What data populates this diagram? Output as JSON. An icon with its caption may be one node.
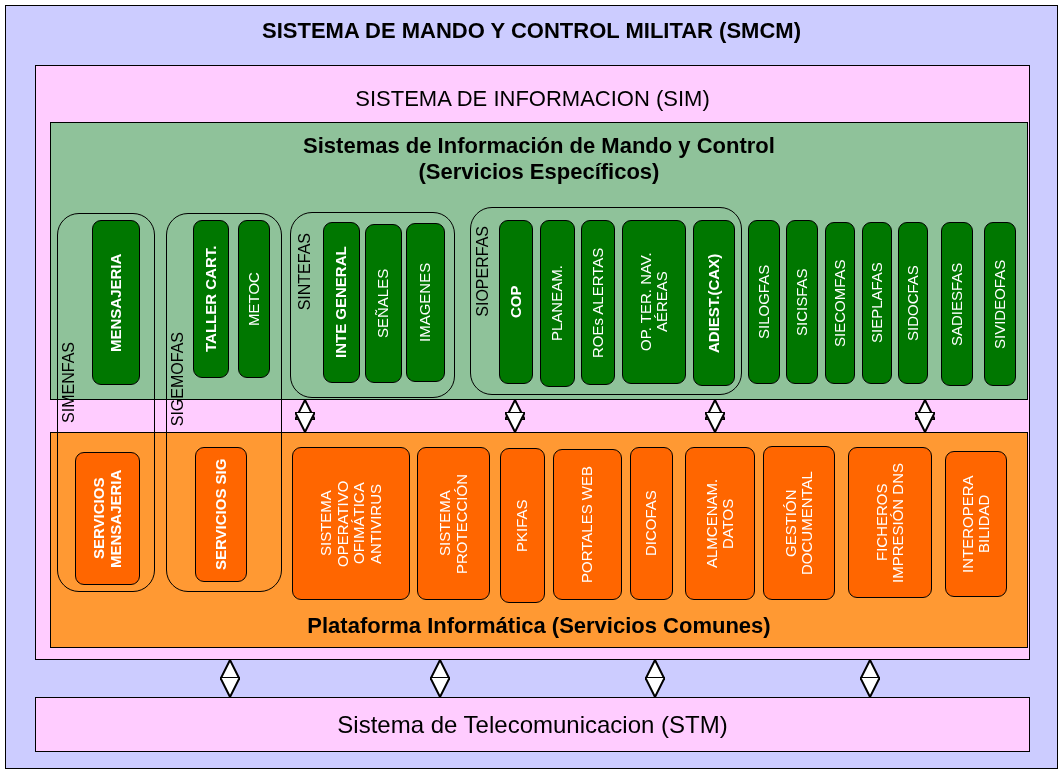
{
  "diagram": {
    "nodes": [
      {
        "text": [
          "SISTEMA DE MANDO Y CONTROL MILITAR (SMCM)"
        ]
      },
      {
        "text": [
          "SISTEMA DE INFORMACION (SIM)"
        ],
        "in": 0
      },
      {
        "text": [
          "Sistemas de Información de Mando y Control (Servicios Específicos)"
        ],
        "in": 1
      },
      {
        "text": [
          "Plataforma Informática (Servicios Comunes)"
        ],
        "in": 1
      },
      {
        "text": [
          "Sistema de Telecomunicacion (STM)"
        ],
        "in": 0
      },
      {
        "text": [
          "SIMENFAS"
        ],
        "in": 1
      },
      {
        "text": [
          "MENSAJERIA"
        ]
      },
      {
        "text": [
          "SERVICIOS MENSAJERIA"
        ]
      },
      {
        "text": [
          "SIGEMOFAS"
        ],
        "in": 1
      },
      {
        "text": [
          "TALLER CART."
        ]
      },
      {
        "text": [
          "METOC"
        ]
      },
      {
        "text": [
          "SERVICIOS SIG"
        ]
      },
      {
        "text": [
          "SINTEFAS"
        ],
        "in": 2
      },
      {
        "text": [
          "INTE GENERAL"
        ],
        "in": 12
      },
      {
        "text": [
          "SEÑALES"
        ],
        "in": 12
      },
      {
        "text": [
          "IMAGENES"
        ],
        "in": 12
      },
      {
        "text": [
          "SIOPERFAS"
        ],
        "in": 2
      },
      {
        "text": [
          "COP"
        ],
        "in": 16
      },
      {
        "text": [
          "PLANEAM."
        ],
        "in": 16
      },
      {
        "text": [
          "ROEs ALERTAS"
        ],
        "in": 16
      },
      {
        "text": [
          "OP. TER. NAV. AÉREAS"
        ],
        "in": 16
      },
      {
        "text": [
          "ADIEST.(CAX)"
        ],
        "in": 16
      },
      {
        "text": [
          "SILOGFAS"
        ],
        "in": 2
      },
      {
        "text": [
          "SICISFAS"
        ],
        "in": 2
      },
      {
        "text": [
          "SIECOMFAS"
        ],
        "in": 2
      },
      {
        "text": [
          "SIEPLAFAS"
        ],
        "in": 2
      },
      {
        "text": [
          "SIDOCFAS"
        ],
        "in": 2
      },
      {
        "text": [
          "SADIESFAS"
        ],
        "in": 2
      },
      {
        "text": [
          "SIVIDEOFAS"
        ],
        "in": 2
      },
      {
        "text": [
          "SISTEMA OPERATIVO OFIMÁTICA ANTIVIRUS"
        ],
        "in": 3
      },
      {
        "text": [
          "SISTEMA PROTECCIÓN"
        ],
        "in": 3
      },
      {
        "text": [
          "PKIFAS"
        ],
        "in": 3
      },
      {
        "text": [
          "PORTALES WEB"
        ],
        "in": 3
      },
      {
        "text": [
          "DICOFAS"
        ],
        "in": 3
      },
      {
        "text": [
          "ALMCENAM. DATOS"
        ],
        "in": 3
      },
      {
        "text": [
          "GESTIÓN DOCUMENTAL"
        ],
        "in": 3
      },
      {
        "text": [
          "FICHEROS IMPRESIÓN DNS"
        ],
        "in": 3
      },
      {
        "text": [
          "INTEROPERA BILIDAD"
        ],
        "in": 3
      }
    ],
    "edges": [
      {
        "from": 2,
        "to": 3,
        "arrow": "both"
      },
      {
        "from": 2,
        "to": 3,
        "arrow": "both"
      },
      {
        "from": 2,
        "to": 3,
        "arrow": "both"
      },
      {
        "from": 2,
        "to": 3,
        "arrow": "both"
      },
      {
        "from": 1,
        "to": 4,
        "arrow": "both"
      },
      {
        "from": 1,
        "to": 4,
        "arrow": "both"
      },
      {
        "from": 1,
        "to": 4,
        "arrow": "both"
      },
      {
        "from": 1,
        "to": 4,
        "arrow": "both"
      }
    ]
  }
}
